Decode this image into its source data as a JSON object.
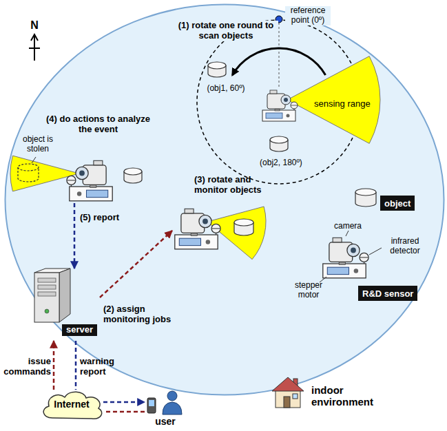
{
  "diagram": {
    "nodes": [
      {
        "text": [
          "indoor environment"
        ]
      },
      {
        "text": [
          "(1) rotate one round to scan objects",
          "reference point (0º)",
          "sensing range",
          "(obj1, 60º)",
          "(obj2, 180º)"
        ],
        "in": 0
      },
      {
        "text": [
          "(4) do actions to analyze the event"
        ],
        "in": 0
      },
      {
        "text": [
          "(3) rotate and monitor objects"
        ],
        "in": 0
      },
      {
        "text": [
          "R&D sensor"
        ],
        "in": 0
      },
      {
        "text": [
          "object"
        ],
        "in": 0
      },
      {
        "text": [
          "server"
        ],
        "in": 0
      },
      {
        "text": [
          "Internet"
        ]
      },
      {
        "text": [
          "user"
        ]
      }
    ],
    "edges": [
      {
        "from": 2,
        "to": 6,
        "label": "(5) report",
        "arrow": "to"
      },
      {
        "from": 6,
        "to": 3,
        "label": "(2) assign monitoring jobs",
        "arrow": "to"
      },
      {
        "from": 7,
        "to": 6,
        "label": "issue commands",
        "arrow": "to"
      },
      {
        "from": 6,
        "to": 7,
        "label": "warning report",
        "arrow": "none"
      },
      {
        "from": 7,
        "to": 8,
        "arrow": "to"
      },
      {
        "from": 8,
        "to": 7,
        "arrow": "none"
      }
    ],
    "labels": [
      "N",
      "object is stolen",
      "camera",
      "infrared detector",
      "stepper motor"
    ]
  }
}
